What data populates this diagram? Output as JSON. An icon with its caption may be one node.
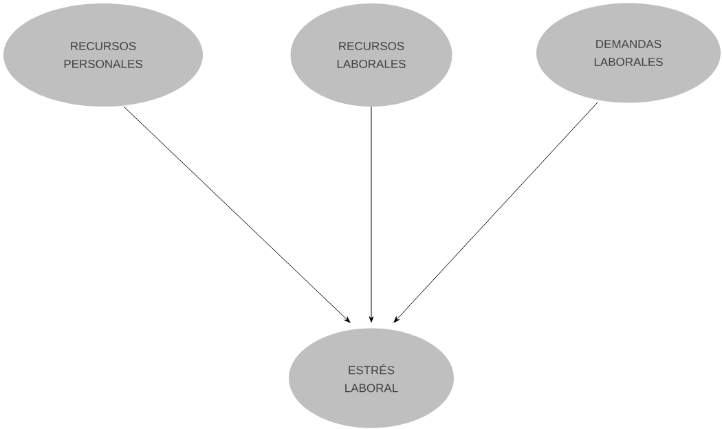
{
  "diagram": {
    "nodes": [
      {
        "text": [
          "RECURSOS PERSONALES"
        ]
      },
      {
        "text": [
          "RECURSOS LABORALES"
        ]
      },
      {
        "text": [
          "DEMANDAS LABORALES"
        ]
      },
      {
        "text": [
          "ESTRÉS LABORAL"
        ]
      }
    ],
    "edges": [
      {
        "from": 0,
        "to": 3,
        "arrow": "to"
      },
      {
        "from": 1,
        "to": 3,
        "arrow": "to"
      },
      {
        "from": 2,
        "to": 3,
        "arrow": "to"
      }
    ]
  }
}
